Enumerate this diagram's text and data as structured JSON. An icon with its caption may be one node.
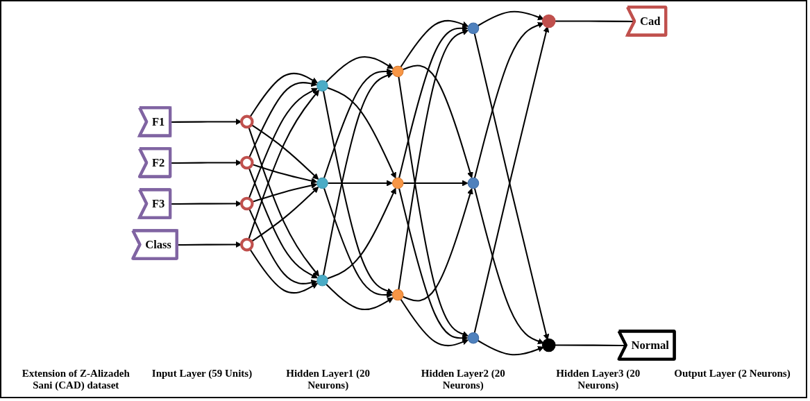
{
  "diagram": {
    "nodes": [
      {
        "text": [
          "F1"
        ]
      },
      {
        "text": [
          "F2"
        ]
      },
      {
        "text": [
          "F3"
        ]
      },
      {
        "text": [
          "Class"
        ]
      },
      {
        "text": [],
        "shape": "circle"
      },
      {
        "text": [],
        "shape": "circle"
      },
      {
        "text": [],
        "shape": "circle"
      },
      {
        "text": [],
        "shape": "circle"
      },
      {
        "text": [],
        "shape": "circle"
      },
      {
        "text": [],
        "shape": "circle"
      },
      {
        "text": [],
        "shape": "circle"
      },
      {
        "text": [],
        "shape": "circle"
      },
      {
        "text": [],
        "shape": "circle"
      },
      {
        "text": [],
        "shape": "circle"
      },
      {
        "text": [],
        "shape": "circle"
      },
      {
        "text": [],
        "shape": "circle"
      },
      {
        "text": [],
        "shape": "circle"
      },
      {
        "text": [],
        "shape": "circle"
      },
      {
        "text": [],
        "shape": "circle"
      },
      {
        "text": [
          "Cad"
        ]
      },
      {
        "text": [
          "Normal"
        ]
      }
    ],
    "edges": [
      {
        "from": 0,
        "to": 4,
        "arrow": "to"
      },
      {
        "from": 1,
        "to": 5,
        "arrow": "to"
      },
      {
        "from": 2,
        "to": 6,
        "arrow": "to"
      },
      {
        "from": 3,
        "to": 7,
        "arrow": "to"
      },
      {
        "from": 4,
        "to": 8,
        "arrow": "to"
      },
      {
        "from": 4,
        "to": 9,
        "arrow": "to"
      },
      {
        "from": 4,
        "to": 10,
        "arrow": "to"
      },
      {
        "from": 5,
        "to": 8,
        "arrow": "to"
      },
      {
        "from": 5,
        "to": 9,
        "arrow": "to"
      },
      {
        "from": 5,
        "to": 10,
        "arrow": "to"
      },
      {
        "from": 6,
        "to": 8,
        "arrow": "to"
      },
      {
        "from": 6,
        "to": 9,
        "arrow": "to"
      },
      {
        "from": 6,
        "to": 10,
        "arrow": "to"
      },
      {
        "from": 7,
        "to": 8,
        "arrow": "to"
      },
      {
        "from": 7,
        "to": 9,
        "arrow": "to"
      },
      {
        "from": 7,
        "to": 10,
        "arrow": "to"
      },
      {
        "from": 8,
        "to": 11,
        "arrow": "to"
      },
      {
        "from": 8,
        "to": 12,
        "arrow": "to"
      },
      {
        "from": 8,
        "to": 13,
        "arrow": "to"
      },
      {
        "from": 9,
        "to": 11,
        "arrow": "to"
      },
      {
        "from": 9,
        "to": 12,
        "arrow": "to"
      },
      {
        "from": 9,
        "to": 13,
        "arrow": "to"
      },
      {
        "from": 10,
        "to": 11,
        "arrow": "to"
      },
      {
        "from": 10,
        "to": 12,
        "arrow": "to"
      },
      {
        "from": 10,
        "to": 13,
        "arrow": "to"
      },
      {
        "from": 11,
        "to": 14,
        "arrow": "to"
      },
      {
        "from": 11,
        "to": 15,
        "arrow": "to"
      },
      {
        "from": 11,
        "to": 16,
        "arrow": "to"
      },
      {
        "from": 12,
        "to": 14,
        "arrow": "to"
      },
      {
        "from": 12,
        "to": 15,
        "arrow": "to"
      },
      {
        "from": 12,
        "to": 16,
        "arrow": "to"
      },
      {
        "from": 13,
        "to": 14,
        "arrow": "to"
      },
      {
        "from": 13,
        "to": 15,
        "arrow": "to"
      },
      {
        "from": 13,
        "to": 16,
        "arrow": "to"
      },
      {
        "from": 14,
        "to": 17,
        "arrow": "to"
      },
      {
        "from": 14,
        "to": 18,
        "arrow": "to"
      },
      {
        "from": 15,
        "to": 17,
        "arrow": "to"
      },
      {
        "from": 15,
        "to": 18,
        "arrow": "to"
      },
      {
        "from": 16,
        "to": 17,
        "arrow": "to"
      },
      {
        "from": 16,
        "to": 18,
        "arrow": "to"
      },
      {
        "from": 17,
        "to": 19,
        "arrow": "none"
      },
      {
        "from": 18,
        "to": 20,
        "arrow": "none"
      }
    ],
    "labels": [
      "Extension of Z-Alizadeh Sani (CAD) dataset",
      "Input Layer (59 Units)",
      "Hidden Layer1 (20 Neurons)",
      "Hidden Layer2 (20 Neurons)",
      "Hidden Layer3 (20 Neurons)",
      "Output Layer (2 Neurons)"
    ]
  }
}
